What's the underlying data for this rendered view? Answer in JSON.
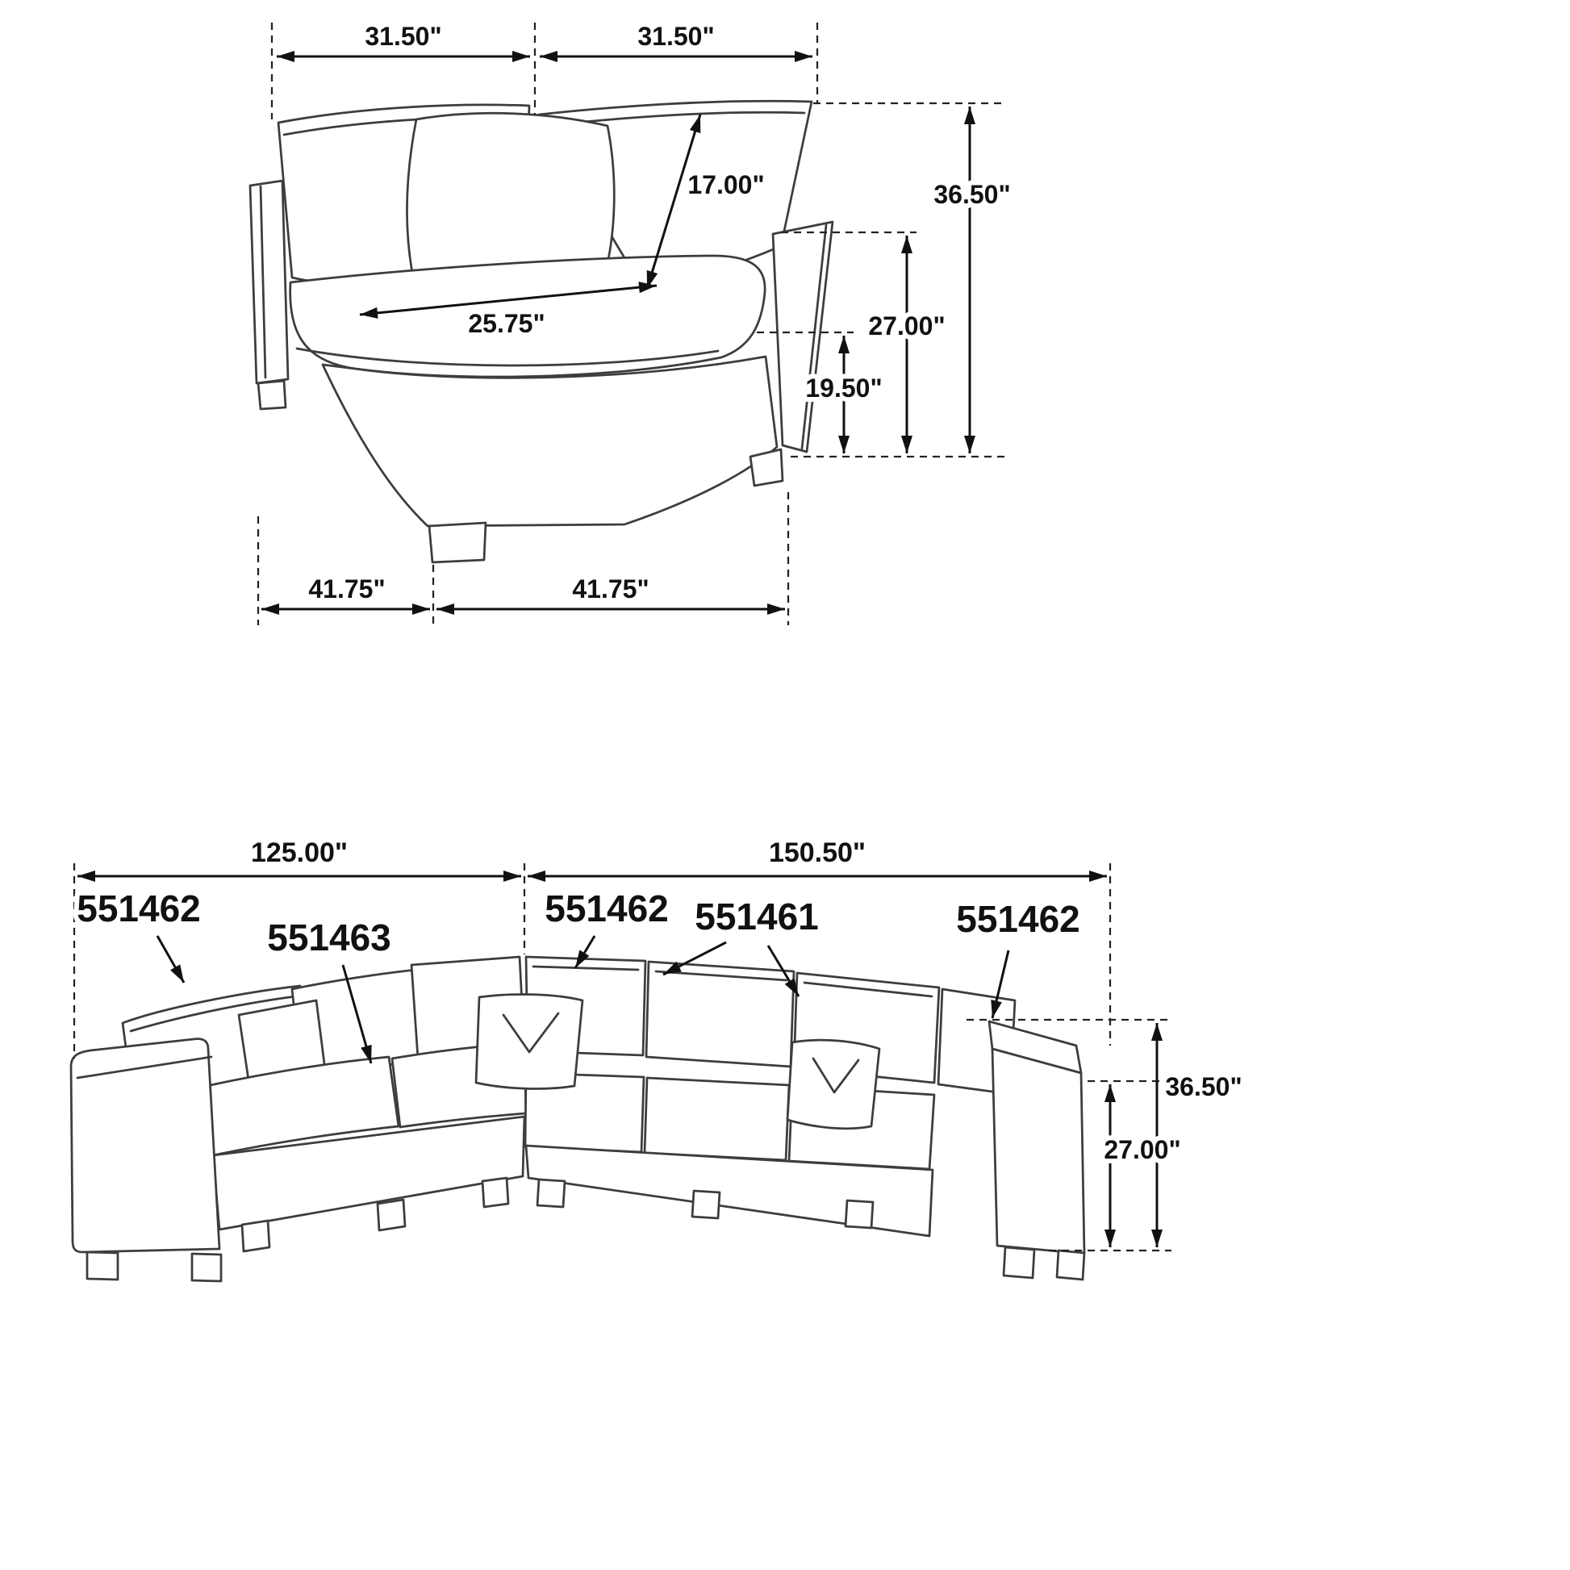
{
  "unit": {
    "dims": {
      "back_width_left": "31.50\"",
      "back_width_right": "31.50\"",
      "back_cushion_diagonal": "17.00\"",
      "overall_height": "36.50\"",
      "arm_height": "27.00\"",
      "seat_height": "19.50\"",
      "seat_depth": "25.75\"",
      "base_depth_left": "41.75\"",
      "base_width_right": "41.75\""
    }
  },
  "sectional": {
    "dims": {
      "left_side_length": "125.00\"",
      "right_side_length": "150.50\"",
      "overall_height": "36.50\"",
      "arm_height": "27.00\""
    },
    "skus": {
      "left_corner": "551462",
      "left_armless": "551463",
      "middle_corner": "551462",
      "right_armless": "551461",
      "right_corner": "551462"
    }
  }
}
